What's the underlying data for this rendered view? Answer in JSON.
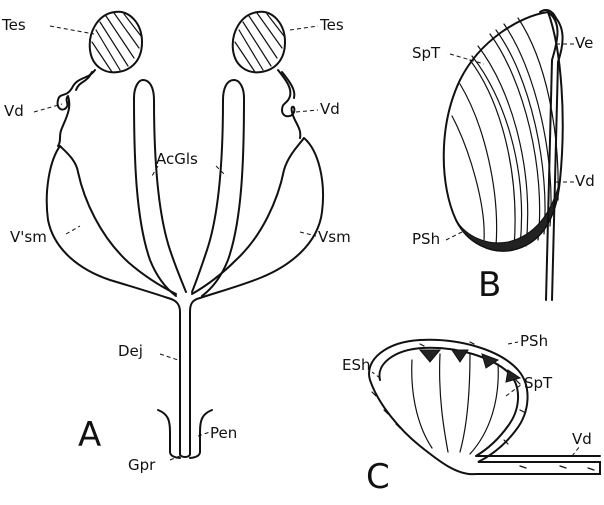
{
  "panel_a": {
    "letter": "A",
    "labels": {
      "tes_left": "Tes",
      "tes_right": "Tes",
      "vd_left": "Vd",
      "vd_right": "Vd",
      "acgls": "AcGls",
      "vsm_left": "V'sm",
      "vsm_right": "Vsm",
      "dej": "Dej",
      "pen": "Pen",
      "gpr": "Gpr"
    }
  },
  "panel_b": {
    "letter": "B",
    "labels": {
      "spt": "SpT",
      "ve": "Ve",
      "vd": "Vd",
      "psh": "PSh"
    }
  },
  "panel_c": {
    "letter": "C",
    "labels": {
      "esh": "ESh",
      "psh": "PSh",
      "spt": "SpT",
      "vd": "Vd"
    }
  }
}
